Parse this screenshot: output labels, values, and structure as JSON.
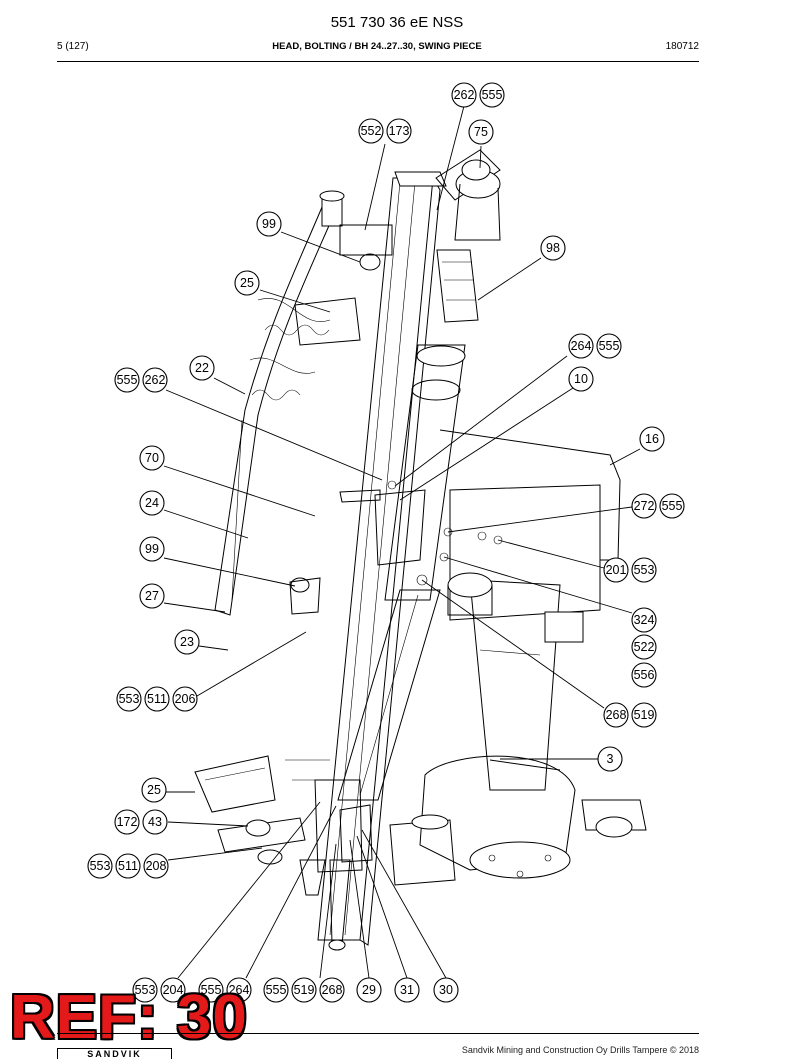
{
  "header": {
    "doc_number": "551 730 36 eE NSS",
    "page": "5 (127)",
    "section_title": "HEAD, BOLTING / BH 24..27..30, SWING PIECE",
    "date_code": "180712"
  },
  "footer": {
    "copyright": "Sandvik Mining and Construction Oy Drills Tampere © 2018",
    "logo_text": "SANDVIK"
  },
  "overlay": {
    "ref_label": "REF: 30"
  },
  "callouts": [
    {
      "id": "c-262-555",
      "numbers": [
        "262",
        "555"
      ]
    },
    {
      "id": "c-552-173",
      "numbers": [
        "552",
        "173"
      ]
    },
    {
      "id": "c-75",
      "numbers": [
        "75"
      ]
    },
    {
      "id": "c-99-top",
      "numbers": [
        "99"
      ]
    },
    {
      "id": "c-98",
      "numbers": [
        "98"
      ]
    },
    {
      "id": "c-25-top",
      "numbers": [
        "25"
      ]
    },
    {
      "id": "c-264-555",
      "numbers": [
        "264",
        "555"
      ]
    },
    {
      "id": "c-22",
      "numbers": [
        "22"
      ]
    },
    {
      "id": "c-555-262",
      "numbers": [
        "555",
        "262"
      ]
    },
    {
      "id": "c-10",
      "numbers": [
        "10"
      ]
    },
    {
      "id": "c-16",
      "numbers": [
        "16"
      ]
    },
    {
      "id": "c-70",
      "numbers": [
        "70"
      ]
    },
    {
      "id": "c-24",
      "numbers": [
        "24"
      ]
    },
    {
      "id": "c-272-555",
      "numbers": [
        "272",
        "555"
      ]
    },
    {
      "id": "c-99-mid",
      "numbers": [
        "99"
      ]
    },
    {
      "id": "c-201-553",
      "numbers": [
        "201",
        "553"
      ]
    },
    {
      "id": "c-27",
      "numbers": [
        "27"
      ]
    },
    {
      "id": "c-324",
      "numbers": [
        "324"
      ]
    },
    {
      "id": "c-23",
      "numbers": [
        "23"
      ]
    },
    {
      "id": "c-522",
      "numbers": [
        "522"
      ]
    },
    {
      "id": "c-556",
      "numbers": [
        "556"
      ]
    },
    {
      "id": "c-553-511-206",
      "numbers": [
        "553",
        "511",
        "206"
      ]
    },
    {
      "id": "c-268-519",
      "numbers": [
        "268",
        "519"
      ]
    },
    {
      "id": "c-3",
      "numbers": [
        "3"
      ]
    },
    {
      "id": "c-25-bot",
      "numbers": [
        "25"
      ]
    },
    {
      "id": "c-172-43",
      "numbers": [
        "172",
        "43"
      ]
    },
    {
      "id": "c-553-511-208",
      "numbers": [
        "553",
        "511",
        "208"
      ]
    },
    {
      "id": "c-553-204",
      "numbers": [
        "553",
        "204"
      ]
    },
    {
      "id": "c-555-264",
      "numbers": [
        "555",
        "264"
      ]
    },
    {
      "id": "c-555-519-268",
      "numbers": [
        "555",
        "519",
        "268"
      ]
    },
    {
      "id": "c-29",
      "numbers": [
        "29"
      ]
    },
    {
      "id": "c-31",
      "numbers": [
        "31"
      ]
    },
    {
      "id": "c-30",
      "numbers": [
        "30"
      ]
    }
  ]
}
